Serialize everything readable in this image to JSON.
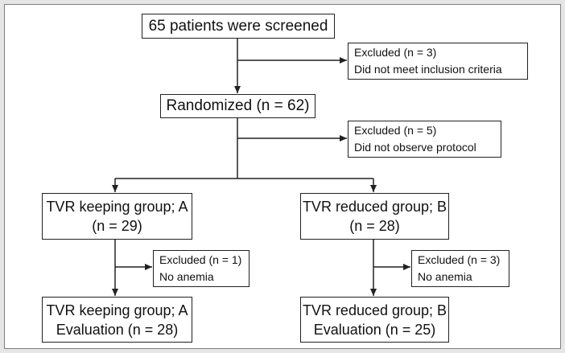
{
  "flowchart": {
    "screened": "65 patients were screened",
    "excluded_1": {
      "title": "Excluded (n = 3)",
      "reason": "Did not meet inclusion criteria"
    },
    "randomized": "Randomized (n = 62)",
    "excluded_2": {
      "title": "Excluded (n = 5)",
      "reason": "Did not observe protocol"
    },
    "group_a": {
      "name": "TVR keeping group; A",
      "n": "(n = 29)"
    },
    "group_b": {
      "name": "TVR reduced group; B",
      "n": "(n = 28)"
    },
    "excluded_a": {
      "title": "Excluded (n = 1)",
      "reason": "No anemia"
    },
    "excluded_b": {
      "title": "Excluded (n = 3)",
      "reason": "No anemia"
    },
    "eval_a": {
      "name": "TVR keeping group; A",
      "eval": "Evaluation (n = 28)"
    },
    "eval_b": {
      "name": "TVR reduced group; B",
      "eval": "Evaluation (n = 25)"
    }
  }
}
